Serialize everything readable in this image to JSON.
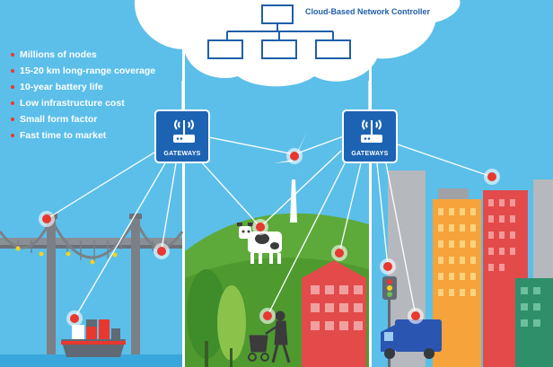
{
  "controller": {
    "label": "Cloud-Based Network Controller",
    "icon": "network-hierarchy-icon"
  },
  "features": [
    "Millions of nodes",
    "15-20 km long-range coverage",
    "10-year battery life",
    "Low infrastructure cost",
    "Small form factor",
    "Fast time to market"
  ],
  "gateways": [
    {
      "label": "GATEWAYS",
      "icon": "gateway-router-icon"
    },
    {
      "label": "GATEWAYS",
      "icon": "gateway-router-icon"
    }
  ],
  "scenes": [
    "bridge-and-ship",
    "farm-with-windmill-and-cow",
    "city-with-traffic-light-and-truck"
  ],
  "colors": {
    "sky": "#5bbfe9",
    "gateway_blue": "#1d63b3",
    "node_red": "#e8382f",
    "bullet_red": "#e8382f",
    "grass": "#5daa3a",
    "barn_red": "#e34b4b"
  }
}
